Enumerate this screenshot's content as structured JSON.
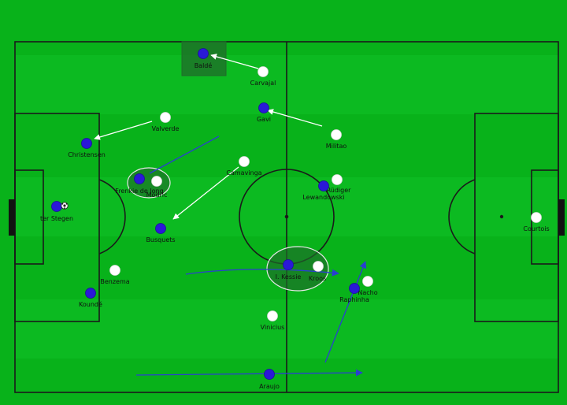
{
  "colors": {
    "grass": "#08b21a",
    "grass_stripe": "#0cba21",
    "line": "#1a1a1a",
    "team_a": "#2a18d8",
    "team_b": "#ffffff",
    "arrow_white": "#ffffff",
    "arrow_blue": "#2a3fd0",
    "highlight": "#1f6b2a"
  },
  "players": [
    {
      "name": "Baldé",
      "team": "a"
    },
    {
      "name": "Carvajal",
      "team": "b"
    },
    {
      "name": "Gavi",
      "team": "a"
    },
    {
      "name": "Valverde",
      "team": "b"
    },
    {
      "name": "Militao",
      "team": "b"
    },
    {
      "name": "Christensen",
      "team": "a"
    },
    {
      "name": "Camavinga",
      "team": "b"
    },
    {
      "name": "Frenkie de Jong",
      "team": "a"
    },
    {
      "name": "Modric",
      "team": "b"
    },
    {
      "name": "Rüdiger",
      "team": "b"
    },
    {
      "name": "Lewandowski",
      "team": "a"
    },
    {
      "name": "ter Stegen",
      "team": "a"
    },
    {
      "name": "Busquets",
      "team": "a"
    },
    {
      "name": "Courtois",
      "team": "b"
    },
    {
      "name": "Benzema",
      "team": "b"
    },
    {
      "name": "I. Kessie",
      "team": "a"
    },
    {
      "name": "Kroos",
      "team": "b"
    },
    {
      "name": "Nacho",
      "team": "b"
    },
    {
      "name": "Raphinha",
      "team": "a"
    },
    {
      "name": "Koundé",
      "team": "a"
    },
    {
      "name": "Vinicius",
      "team": "b"
    },
    {
      "name": "Araujo",
      "team": "a"
    }
  ],
  "ball": {
    "icon": "football-icon",
    "with": "ter Stegen"
  }
}
